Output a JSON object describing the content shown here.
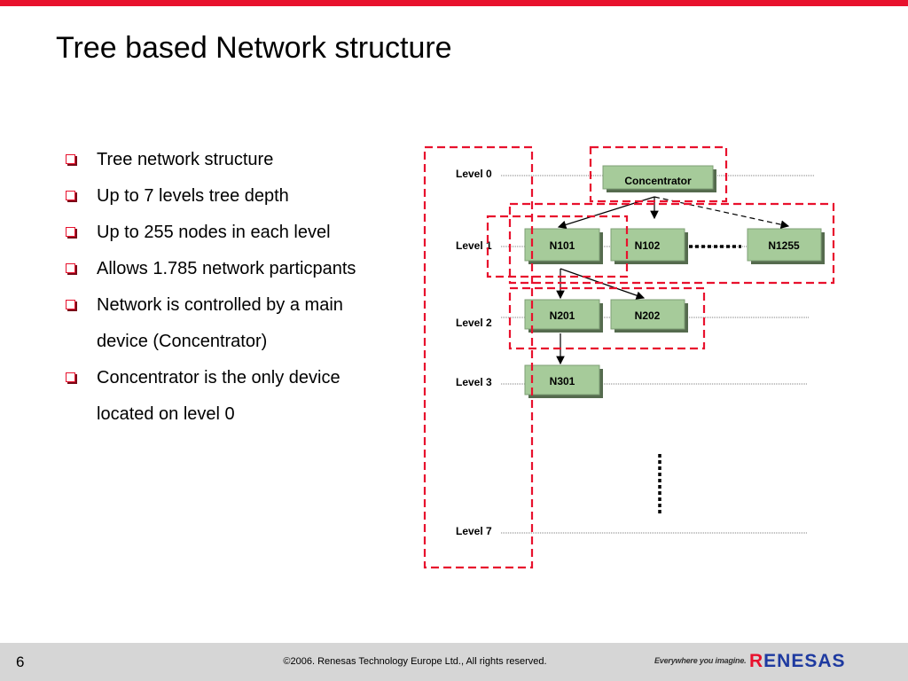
{
  "slide": {
    "title": "Tree based Network structure",
    "accent_color": "#e8112d",
    "bullets": [
      "Tree network structure",
      "Up to 7 levels tree depth",
      "Up to 255 nodes in each level",
      "Allows 1.785 network particpants",
      "Network is controlled by a main",
      "device  (Concentrator)",
      "Concentrator is the only device",
      "located on level 0"
    ]
  },
  "diagram": {
    "levels": [
      "Level 0",
      "Level 1",
      "Level 2",
      "Level 3",
      "Level 7"
    ],
    "nodes": {
      "concentrator": "Concentrator",
      "n101": "N101",
      "n102": "N102",
      "n1255": "N1255",
      "n201": "N201",
      "n202": "N202",
      "n301": "N301"
    },
    "node_fill": "#a6cb9a",
    "highlight_color": "#e8112d"
  },
  "footer": {
    "page_number": "6",
    "copyright": "©2006. Renesas Technology Europe Ltd., All rights reserved.",
    "tagline": "Everywhere you imagine.",
    "logo_r": "R",
    "logo_rest": "ENESAS"
  }
}
